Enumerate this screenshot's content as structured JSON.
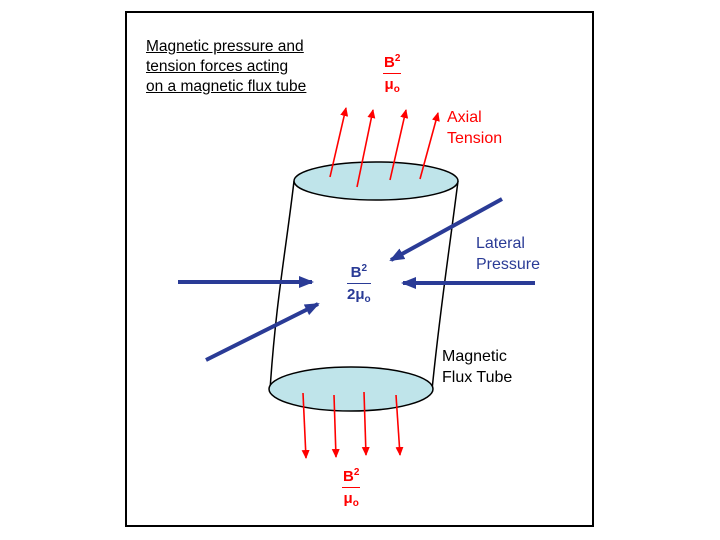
{
  "caption": {
    "line1": "Magnetic pressure and",
    "line2": "tension forces acting",
    "line3": "on a magnetic flux tube"
  },
  "labels": {
    "axial_tension": {
      "line1": "Axial",
      "line2": "Tension"
    },
    "lateral_pressure": {
      "line1": "Lateral",
      "line2": "Pressure"
    },
    "flux_tube": {
      "line1": "Magnetic",
      "line2": "Flux Tube"
    }
  },
  "formulas": {
    "top_tension": {
      "num_base": "B",
      "num_exp": "2",
      "den_base": "μ",
      "den_sub": "o"
    },
    "center_pressure": {
      "num_base": "B",
      "num_exp": "2",
      "den_base": "2μ",
      "den_sub": "o"
    },
    "bottom_tension": {
      "num_base": "B",
      "num_exp": "2",
      "den_base": "μ",
      "den_sub": "o"
    }
  },
  "colors": {
    "tension": "#ff0000",
    "pressure": "#2a3b96",
    "tube_fill": "#bfe4ea",
    "outline": "#000000"
  }
}
